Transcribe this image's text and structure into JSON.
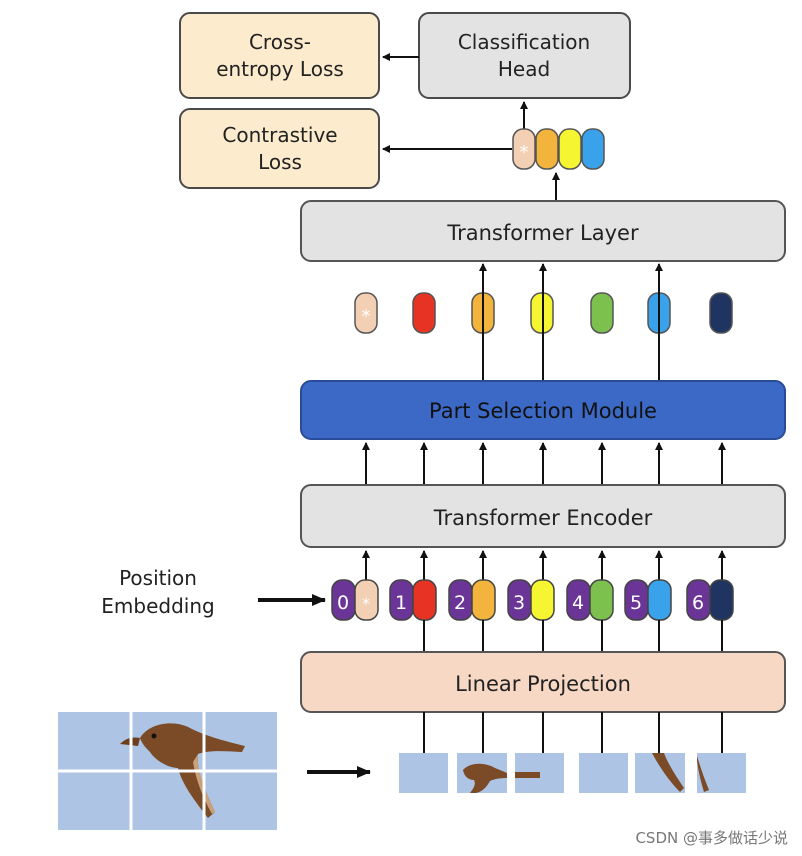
{
  "diagram": {
    "boxes": {
      "cross_entropy_line1": "Cross-",
      "cross_entropy_line2": "entropy Loss",
      "contrastive_line1": "Contrastive",
      "contrastive_line2": "Loss",
      "classification_line1": "Classification",
      "classification_line2": "Head",
      "transformer_layer": "Transformer Layer",
      "part_selection": "Part Selection Module",
      "transformer_encoder": "Transformer Encoder",
      "linear_projection": "Linear Projection"
    },
    "position_embedding_line1": "Position",
    "position_embedding_line2": "Embedding",
    "token_star": "*",
    "position_indices": [
      "0",
      "1",
      "2",
      "3",
      "4",
      "5",
      "6"
    ],
    "token_colors": [
      "#f3cfb4",
      "#e63323",
      "#f2b43c",
      "#f6f531",
      "#7cc04e",
      "#3aa2ea",
      "#1f3461"
    ],
    "position_color": "#6a3597",
    "colors": {
      "loss_box": "#fcebcd",
      "gray_box": "#e3e3e3",
      "part_selection": "#3c69c6",
      "linear_projection": "#f6d8c4",
      "patch": "#aec4e5",
      "bird": "#7b4a26"
    }
  },
  "watermark": "CSDN @事多做话少说"
}
